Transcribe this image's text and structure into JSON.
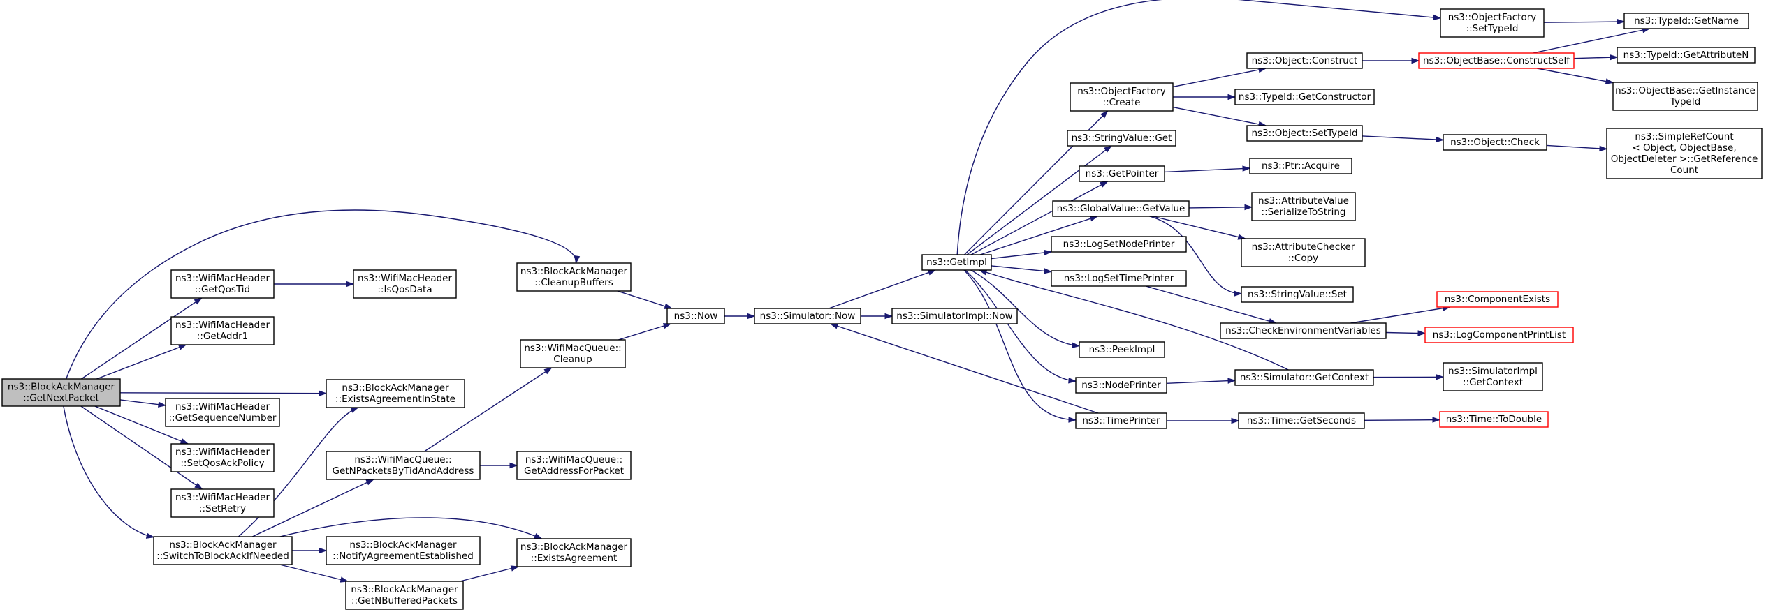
{
  "colors": {
    "edge": "#191970",
    "root_fill": "#bfbfbf",
    "border": "#000000",
    "truncated_border": "#ff0000"
  },
  "nodes": {
    "getnextpacket": {
      "l1": "ns3::BlockAckManager",
      "l2": "::GetNextPacket"
    },
    "getqostid": {
      "l1": "ns3::WifiMacHeader",
      "l2": "::GetQosTid"
    },
    "isqosdata": {
      "l1": "ns3::WifiMacHeader",
      "l2": "::IsQosData"
    },
    "getaddr1": {
      "l1": "ns3::WifiMacHeader",
      "l2": "::GetAddr1"
    },
    "getsequencenumber": {
      "l1": "ns3::WifiMacHeader",
      "l2": "::GetSequenceNumber"
    },
    "setqosackpolicy": {
      "l1": "ns3::WifiMacHeader",
      "l2": "::SetQosAckPolicy"
    },
    "setretry": {
      "l1": "ns3::WifiMacHeader",
      "l2": "::SetRetry"
    },
    "switchtoblockack": {
      "l1": "ns3::BlockAckManager",
      "l2": "::SwitchToBlockAckIfNeeded"
    },
    "cleanupbuffers": {
      "l1": "ns3::BlockAckManager",
      "l2": "::CleanupBuffers"
    },
    "existsagreementinstate": {
      "l1": "ns3::BlockAckManager",
      "l2": "::ExistsAgreementInState"
    },
    "getnpackets": {
      "l1": "ns3::WifiMacQueue::",
      "l2": "GetNPacketsByTidAndAddress"
    },
    "getaddressforpacket": {
      "l1": "ns3::WifiMacQueue::",
      "l2": "GetAddressForPacket"
    },
    "notifyagreement": {
      "l1": "ns3::BlockAckManager",
      "l2": "::NotifyAgreementEstablished"
    },
    "existsagreement": {
      "l1": "ns3::BlockAckManager",
      "l2": "::ExistsAgreement"
    },
    "getnbuffered": {
      "l1": "ns3::BlockAckManager",
      "l2": "::GetNBufferedPackets"
    },
    "queuecleanup": {
      "l1": "ns3::WifiMacQueue::",
      "l2": "Cleanup"
    },
    "now": {
      "l1": "ns3::Now"
    },
    "simnow": {
      "l1": "ns3::Simulator::Now"
    },
    "simimplnow": {
      "l1": "ns3::SimulatorImpl::Now"
    },
    "getimpl": {
      "l1": "ns3::GetImpl"
    },
    "factorysettypeid": {
      "l1": "ns3::ObjectFactory",
      "l2": "::SetTypeId"
    },
    "factorycreate": {
      "l1": "ns3::ObjectFactory",
      "l2": "::Create"
    },
    "stringvalueget": {
      "l1": "ns3::StringValue::Get"
    },
    "getpointer": {
      "l1": "ns3::GetPointer"
    },
    "globalvalueget": {
      "l1": "ns3::GlobalValue::GetValue"
    },
    "lognodeprinter": {
      "l1": "ns3::LogSetNodePrinter"
    },
    "logtimeprinter": {
      "l1": "ns3::LogSetTimePrinter"
    },
    "peekimpl": {
      "l1": "ns3::PeekImpl"
    },
    "nodeprinter": {
      "l1": "ns3::NodePrinter"
    },
    "timeprinter": {
      "l1": "ns3::TimePrinter"
    },
    "objectconstruct": {
      "l1": "ns3::Object::Construct"
    },
    "getconstructor": {
      "l1": "ns3::TypeId::GetConstructor"
    },
    "objectsettypeid": {
      "l1": "ns3::Object::SetTypeId"
    },
    "ptracquire": {
      "l1": "ns3::Ptr::Acquire"
    },
    "serializetostring": {
      "l1": "ns3::AttributeValue",
      "l2": "::SerializeToString"
    },
    "checkercopy": {
      "l1": "ns3::AttributeChecker",
      "l2": "::Copy"
    },
    "stringvalueset": {
      "l1": "ns3::StringValue::Set"
    },
    "checkenv": {
      "l1": "ns3::CheckEnvironmentVariables"
    },
    "simgetcontext": {
      "l1": "ns3::Simulator::GetContext"
    },
    "timegetseconds": {
      "l1": "ns3::Time::GetSeconds"
    },
    "constructself": {
      "l1": "ns3::ObjectBase::ConstructSelf"
    },
    "objectcheck": {
      "l1": "ns3::Object::Check"
    },
    "componentexists": {
      "l1": "ns3::ComponentExists"
    },
    "logcomponentprintlist": {
      "l1": "ns3::LogComponentPrintList"
    },
    "simimplgetcontext": {
      "l1": "ns3::SimulatorImpl",
      "l2": "::GetContext"
    },
    "timetodouble": {
      "l1": "ns3::Time::ToDouble"
    },
    "typeidgetname": {
      "l1": "ns3::TypeId::GetName"
    },
    "getattributen": {
      "l1": "ns3::TypeId::GetAttributeN"
    },
    "getinstancetypeid": {
      "l1": "ns3::ObjectBase::GetInstance",
      "l2": "TypeId"
    },
    "simplerefcount": {
      "l1": "ns3::SimpleRefCount",
      "l2": "< Object, ObjectBase,",
      "l3": " ObjectDeleter >::GetReference",
      "l4": "Count"
    }
  }
}
